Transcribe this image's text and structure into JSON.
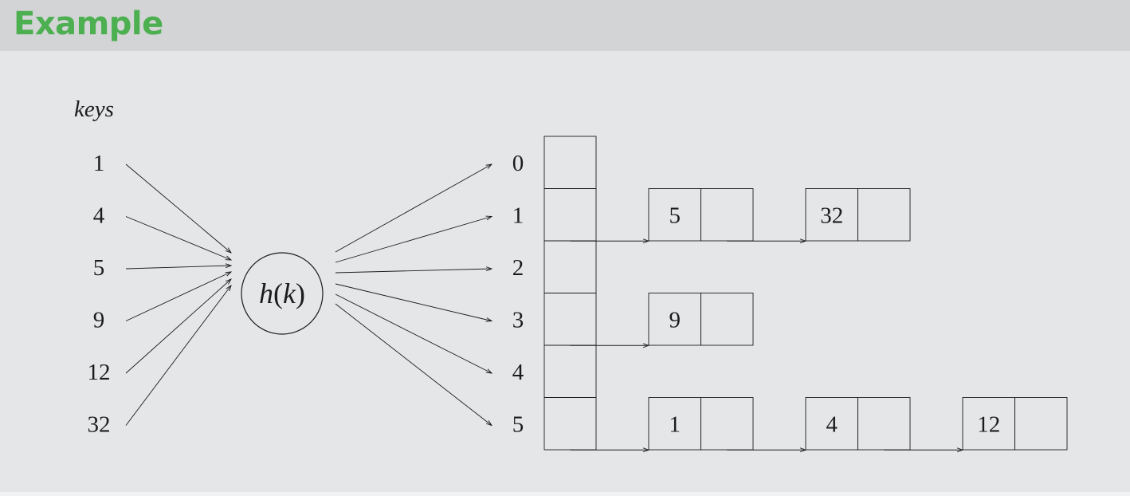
{
  "header": {
    "title": "Example"
  },
  "diagram": {
    "keys_label": "keys",
    "hash_label": "h(k)",
    "hash_fn": "h",
    "hash_arg": "k",
    "keys": [
      "1",
      "4",
      "5",
      "9",
      "12",
      "32"
    ],
    "table_indices": [
      "0",
      "1",
      "2",
      "3",
      "4",
      "5"
    ],
    "chains": [
      {
        "slot": "0",
        "nodes": []
      },
      {
        "slot": "1",
        "nodes": [
          "5",
          "32"
        ]
      },
      {
        "slot": "2",
        "nodes": []
      },
      {
        "slot": "3",
        "nodes": [
          "9"
        ]
      },
      {
        "slot": "4",
        "nodes": []
      },
      {
        "slot": "5",
        "nodes": [
          "1",
          "4",
          "12"
        ]
      }
    ]
  },
  "colors": {
    "title": "#4caf50",
    "header_bg": "#d2d4d5",
    "body_bg": "#e5e6e8",
    "ink": "#1c1c1c"
  }
}
